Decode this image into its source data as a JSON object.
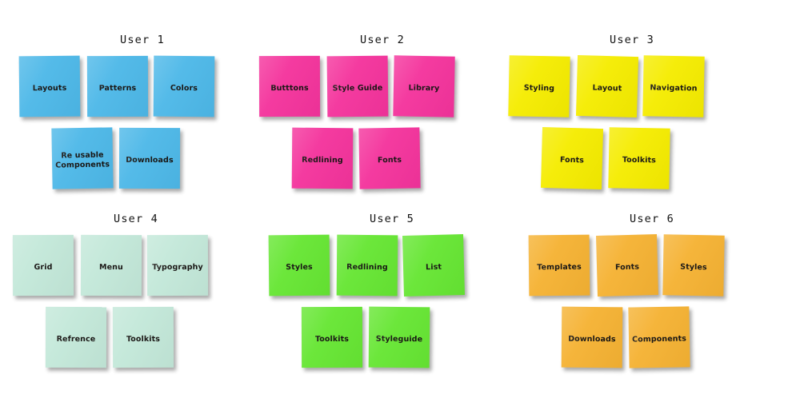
{
  "board": {
    "background_color": "#ffffff",
    "layout": "3 columns x 2 rows of user note groups"
  },
  "groups": [
    {
      "id": "user-1",
      "title": "User 1",
      "note_color": "#4DB8E8",
      "notes": [
        {
          "label": "Layouts"
        },
        {
          "label": "Patterns"
        },
        {
          "label": "Colors"
        },
        {
          "label": "Re usable\nComponents"
        },
        {
          "label": "Downloads"
        }
      ]
    },
    {
      "id": "user-2",
      "title": "User 2",
      "note_color": "#F4339C",
      "notes": [
        {
          "label": "Butttons"
        },
        {
          "label": "Style Guide"
        },
        {
          "label": "Library"
        },
        {
          "label": "Redlining"
        },
        {
          "label": "Fonts"
        }
      ]
    },
    {
      "id": "user-3",
      "title": "User 3",
      "note_color": "#F5EC00",
      "notes": [
        {
          "label": "Styling"
        },
        {
          "label": "Layout"
        },
        {
          "label": "Navigation"
        },
        {
          "label": "Fonts"
        },
        {
          "label": "Toolkits"
        }
      ]
    },
    {
      "id": "user-4",
      "title": "User 4",
      "note_color": "#C3E8D9",
      "notes": [
        {
          "label": "Grid"
        },
        {
          "label": "Menu"
        },
        {
          "label": "Typography"
        },
        {
          "label": "Refrence"
        },
        {
          "label": "Toolkits"
        }
      ]
    },
    {
      "id": "user-5",
      "title": "User 5",
      "note_color": "#66E633",
      "notes": [
        {
          "label": "Styles"
        },
        {
          "label": "Redlining"
        },
        {
          "label": "List"
        },
        {
          "label": "Toolkits"
        },
        {
          "label": "Styleguide"
        }
      ]
    },
    {
      "id": "user-6",
      "title": "User 6",
      "note_color": "#F5B233",
      "notes": [
        {
          "label": "Templates"
        },
        {
          "label": "Fonts"
        },
        {
          "label": "Styles"
        },
        {
          "label": "Downloads"
        },
        {
          "label": "Components"
        }
      ]
    }
  ]
}
